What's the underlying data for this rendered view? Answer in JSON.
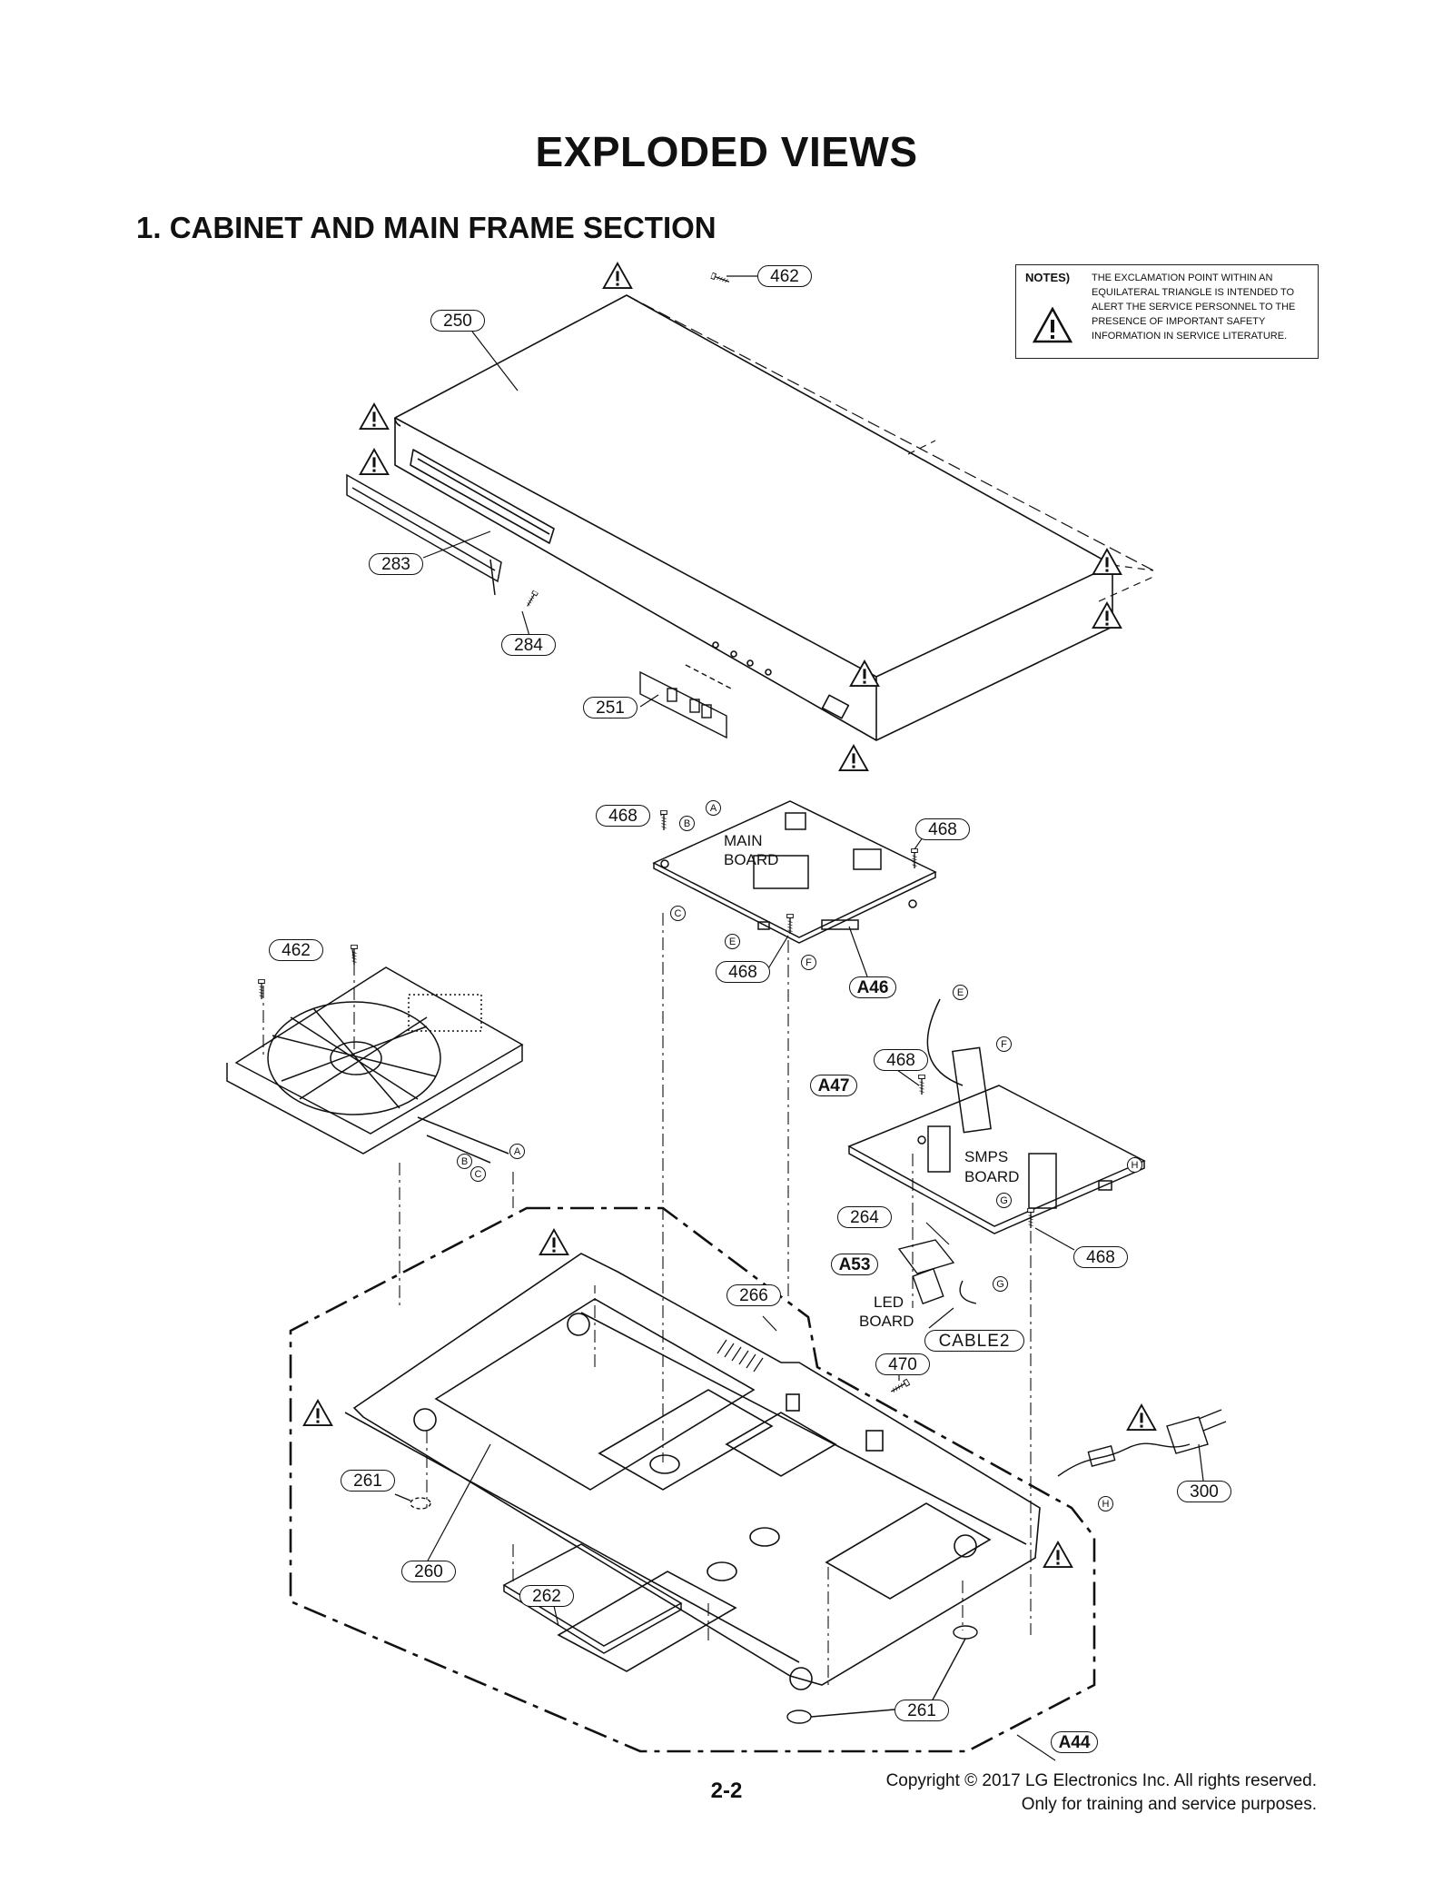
{
  "page_title": "EXPLODED VIEWS",
  "section_title": "1. CABINET AND MAIN FRAME SECTION",
  "notes": {
    "label": "NOTES)",
    "text": "THE EXCLAMATION POINT WITHIN AN EQUILATERAL TRIANGLE IS INTENDED TO ALERT THE SERVICE PERSONNEL TO THE PRESENCE OF IMPORTANT SAFETY INFORMATION IN SERVICE LITERATURE.",
    "icon": "warning-triangle-icon"
  },
  "part_numbers": {
    "p250": "250",
    "p462_top": "462",
    "p283": "283",
    "p284": "284",
    "p251": "251",
    "p468_a": "468",
    "p468_b": "468",
    "p468_c": "468",
    "p468_d": "468",
    "p468_e": "468",
    "p462_left": "462",
    "p264": "264",
    "p266": "266",
    "p470": "470",
    "p261_left": "261",
    "p260": "260",
    "p262": "262",
    "p261_bottom": "261",
    "p300": "300",
    "cable2": "CABLE2"
  },
  "assemblies": {
    "a46": "A46",
    "a47": "A47",
    "a53": "A53",
    "a44": "A44"
  },
  "board_labels": {
    "main_1": "MAIN",
    "main_2": "BOARD",
    "smps_1": "SMPS",
    "smps_2": "BOARD",
    "led_1": "LED",
    "led_2": "BOARD"
  },
  "connectors": {
    "a1": "A",
    "b1": "B",
    "c1": "C",
    "e1": "E",
    "f1": "F",
    "e2": "E",
    "f2": "F",
    "h1": "H",
    "g1": "G",
    "g2": "G",
    "a2": "A",
    "b2": "B",
    "c2": "C",
    "h2": "H"
  },
  "footer": {
    "page_number": "2-2",
    "copyright_line1": "Copyright © 2017 LG Electronics Inc. All rights reserved.",
    "copyright_line2": "Only for training and service purposes."
  }
}
